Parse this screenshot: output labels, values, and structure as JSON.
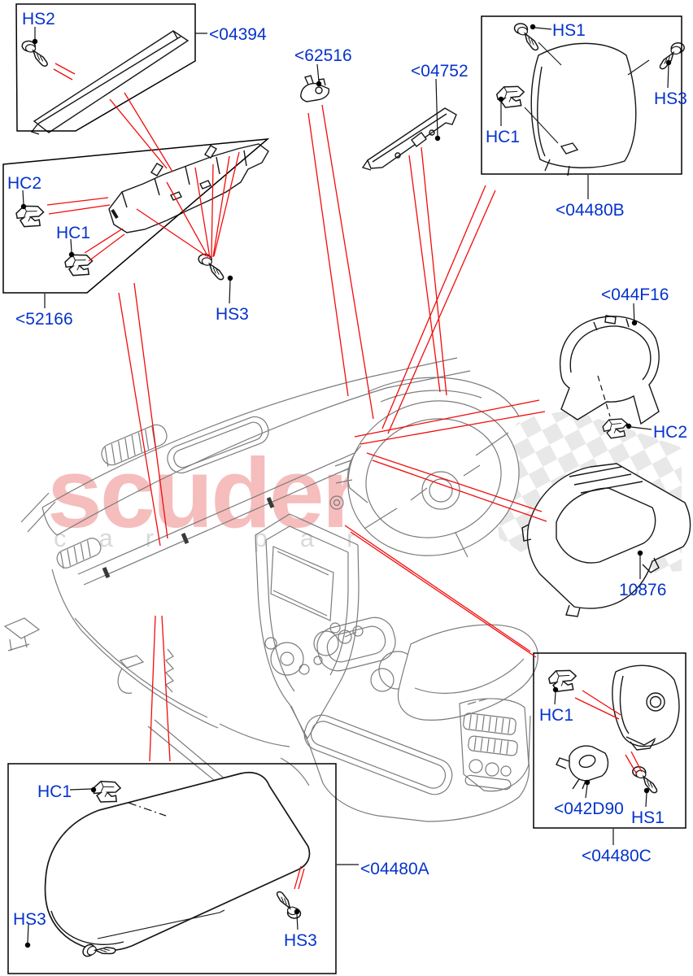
{
  "watermark": {
    "title": "scuderia",
    "subtitle": "car parts",
    "title_color": "#f6bdbd",
    "subtitle_color": "#d9d9d9"
  },
  "colors": {
    "callout_label": "#0633cc",
    "leader_line": "#f30b0b",
    "box_outline": "#000000",
    "dashboard_line": "#7b7b7b",
    "part_line": "#161616",
    "checker": "#e8e8e8"
  },
  "icons": {
    "screw": "screw-fastener-icon",
    "clip": "retaining-clip-icon",
    "dot": "callout-dot-icon"
  },
  "callouts": [
    {
      "text": "HS2"
    },
    {
      "text": "<04394"
    },
    {
      "text": "<62516"
    },
    {
      "text": "<04752"
    },
    {
      "text": "HS1"
    },
    {
      "text": "HS3"
    },
    {
      "text": "HC1"
    },
    {
      "text": "<04480B"
    },
    {
      "text": "HC2"
    },
    {
      "text": "HC1"
    },
    {
      "text": "<52166"
    },
    {
      "text": "HS3"
    },
    {
      "text": "<044F16"
    },
    {
      "text": "HC2"
    },
    {
      "text": "10876"
    },
    {
      "text": "HC1"
    },
    {
      "text": "<042D90"
    },
    {
      "text": "HS1"
    },
    {
      "text": "<04480C"
    },
    {
      "text": "HC1"
    },
    {
      "text": "HS3"
    },
    {
      "text": "HS3"
    },
    {
      "text": "<04480A"
    }
  ]
}
